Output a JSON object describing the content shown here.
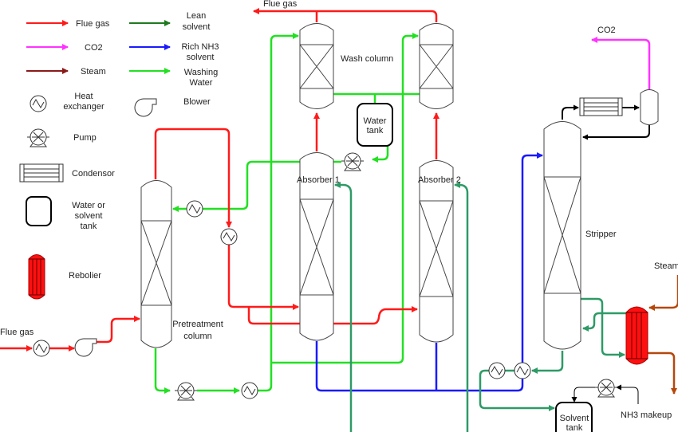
{
  "legend": {
    "flue_gas": "Flue gas",
    "co2": "CO2",
    "steam": "Steam",
    "lean_solvent": [
      "Lean",
      "solvent"
    ],
    "rich_solvent": [
      "Rich NH3",
      "solvent"
    ],
    "washing_water": [
      "Washing",
      "Water"
    ],
    "heat_exchanger": [
      "Heat",
      "exchanger"
    ],
    "blower": "Blower",
    "pump": "Pump",
    "condensor": "Condensor",
    "tank": [
      "Water or",
      "solvent",
      "tank"
    ],
    "reboiler": "Rebolier"
  },
  "labels": {
    "flue_gas_in": "Flue gas",
    "flue_gas_out": "Flue gas",
    "wash_column": "Wash column",
    "water_tank": [
      "Water",
      "tank"
    ],
    "absorber1": "Absorber 1",
    "absorber2": "Absorber 2",
    "stripper": "Stripper",
    "pretreatment": [
      "Pretreatment",
      "column"
    ],
    "co2_out": "CO2",
    "steam_in": "Steam",
    "solvent_tank": [
      "Solvent",
      "tank"
    ],
    "nh3_makeup": "NH3 makeup"
  },
  "colors": {
    "flue_gas": "#ff1a1a",
    "co2": "#ff33ff",
    "steam": "#8b1a1a",
    "steam_line": "#b5470b",
    "lean_solvent": "#2e9a66",
    "rich_solvent": "#1a1aff",
    "washing_water": "#22e022",
    "reboiler": "#ff1010"
  }
}
